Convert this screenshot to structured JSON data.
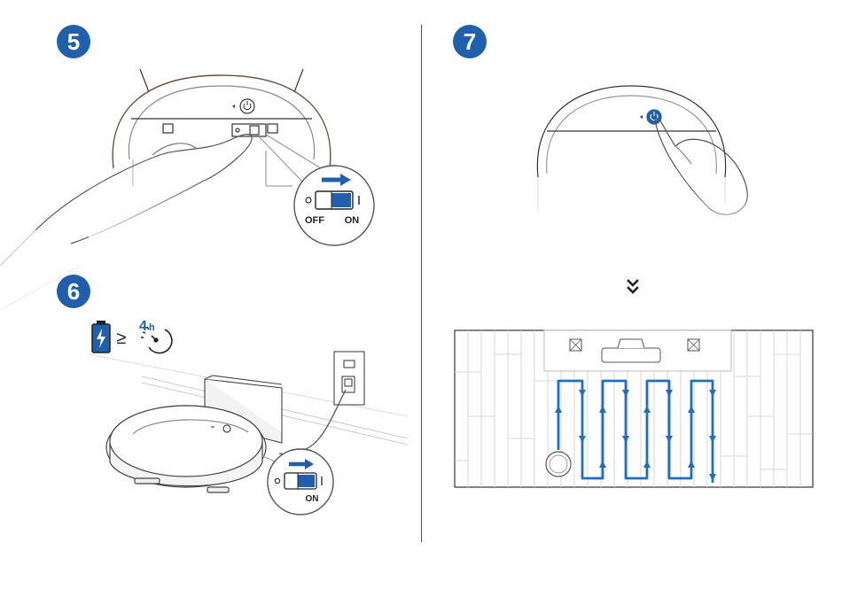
{
  "steps": [
    {
      "number": "5"
    },
    {
      "number": "6"
    },
    {
      "number": "7"
    }
  ],
  "switch_labels": {
    "off": "OFF",
    "on": "ON",
    "off_symbol": "O",
    "on_symbol": "I"
  },
  "charge": {
    "comparator": "≥",
    "duration": "4",
    "unit": "h"
  },
  "icons": {
    "battery": "battery-charging-icon",
    "clock": "clock-icon",
    "power": "power-icon",
    "chevron": "double-chevron-down-icon"
  },
  "colors": {
    "accent": "#1f5fad",
    "path": "#1f6fbf",
    "line": "#333333"
  }
}
